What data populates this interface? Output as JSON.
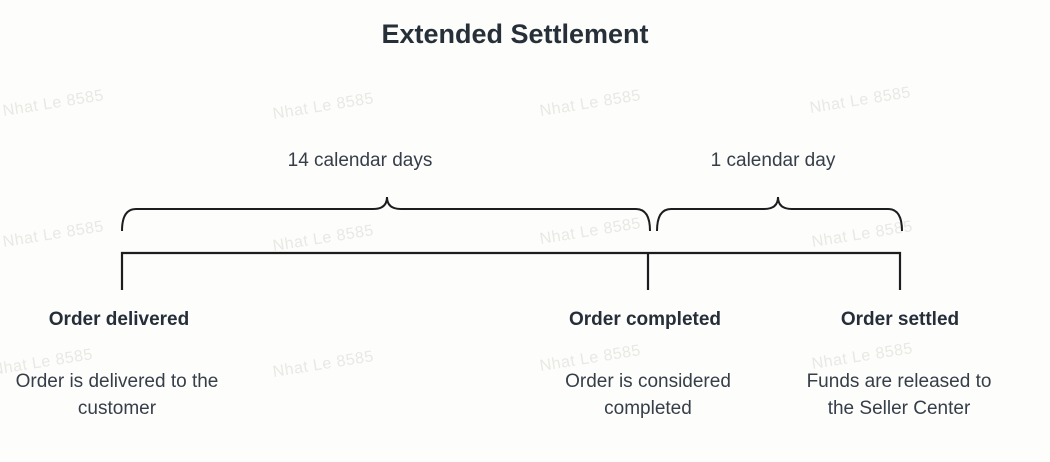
{
  "title": "Extended Settlement",
  "watermark": {
    "text": "Nhat Le 8585"
  },
  "durations": [
    {
      "label": "14 calendar days"
    },
    {
      "label": "1 calendar day"
    }
  ],
  "milestones": [
    {
      "name": "Order delivered",
      "description": "Order is delivered to the customer"
    },
    {
      "name": "Order completed",
      "description": "Order is considered completed"
    },
    {
      "name": "Order settled",
      "description": "Funds are released to the Seller Center"
    }
  ],
  "colors": {
    "background": "#fdfdfb",
    "text": "#363e49",
    "heading": "#273039",
    "line": "#1b1d1f",
    "watermark": "#e8e8e4"
  }
}
